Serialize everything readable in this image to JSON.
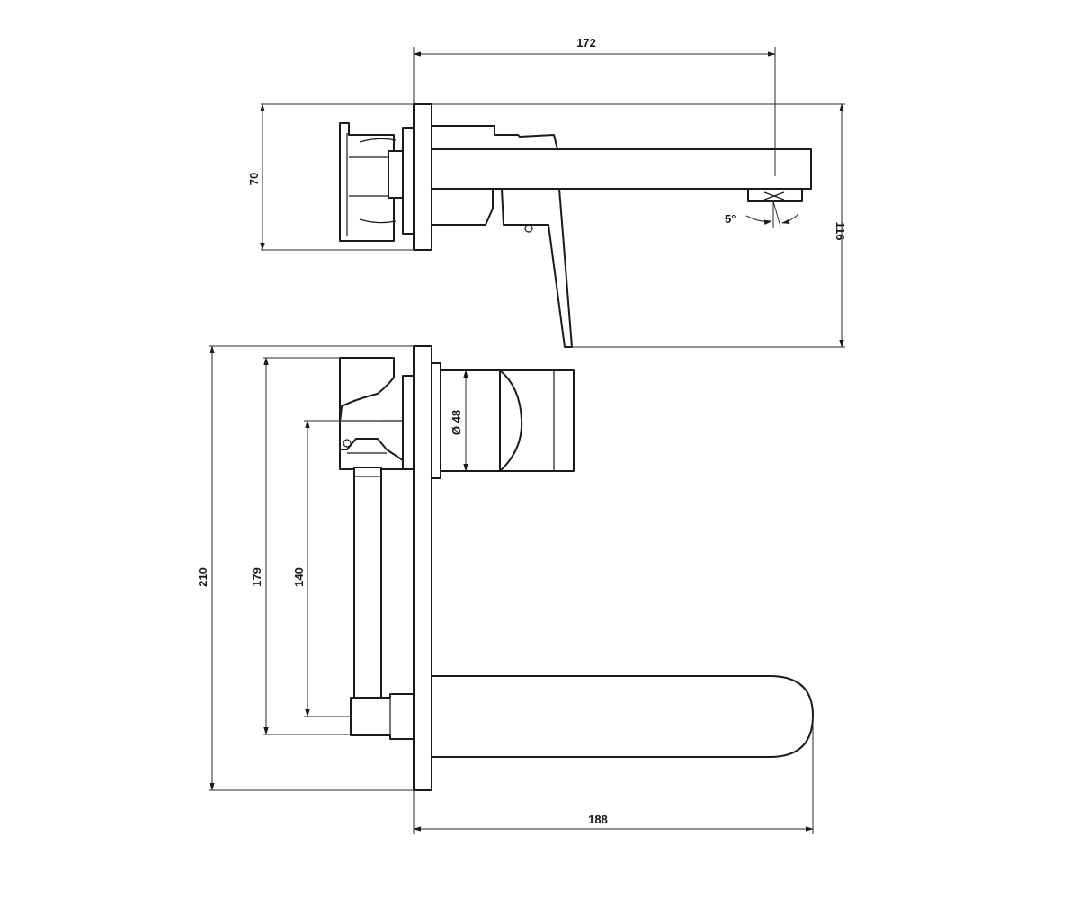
{
  "dimensions": {
    "top_width": "172",
    "top_height": "70",
    "top_depth": "116",
    "spout_angle": "5°",
    "plate_height": "210",
    "mixer_span": "179",
    "mixer_axis": "140",
    "cartridge_diameter": "Ø 48",
    "spout_reach": "188"
  },
  "colors": {
    "line": "#1a1a1a",
    "background": "#ffffff"
  }
}
